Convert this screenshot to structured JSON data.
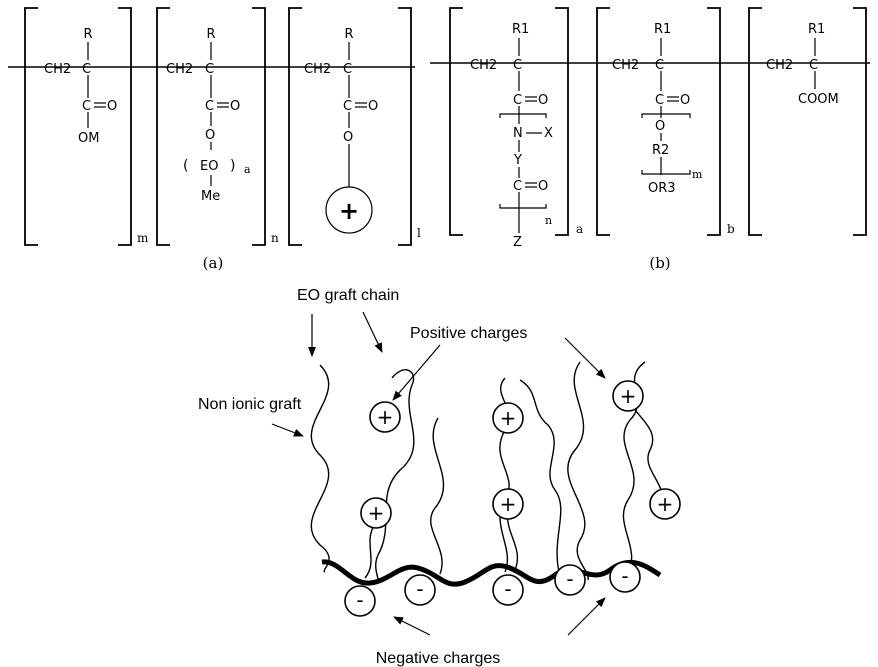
{
  "structure_a": {
    "r_label": "R",
    "ch2_label": "CH2",
    "c_label": "C",
    "o_label": "O",
    "om_label": "OM",
    "eo_label": "EO",
    "me_label": "Me",
    "plus_label": "+",
    "sub_m": "m",
    "sub_n": "n",
    "sub_a": "a",
    "sub_l": "l",
    "caption": "(a)"
  },
  "structure_b": {
    "r1_label": "R1",
    "r2_label": "R2",
    "or3_label": "OR3",
    "ch2_label": "CH2",
    "c_label": "C",
    "o_label": "O",
    "n_label": "N",
    "x_label": "X",
    "y_label": "Y",
    "z_label": "Z",
    "coom_label": "COOM",
    "sub_n": "n",
    "sub_a": "a",
    "sub_m": "m",
    "sub_b": "b",
    "caption": "(b)"
  },
  "diagram": {
    "eo_graft_chain": "EO graft chain",
    "positive_charges": "Positive charges",
    "non_ionic_graft": "Non ionic graft",
    "negative_charges": "Negative charges",
    "plus_symbol": "+",
    "minus_symbol": "-"
  }
}
